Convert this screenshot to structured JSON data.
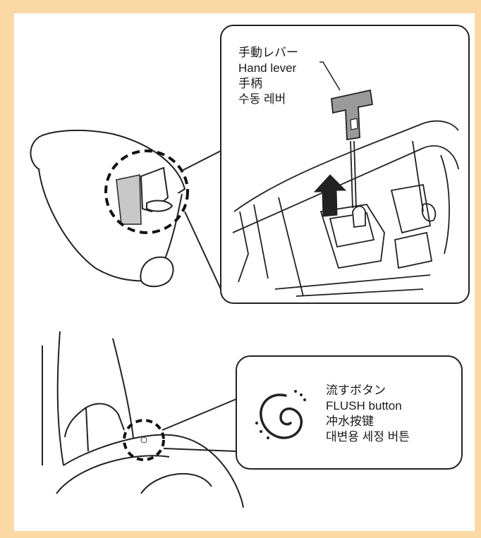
{
  "callouts": {
    "hand_lever": {
      "ja": "手動レバー",
      "en": "Hand lever",
      "zh": "手柄",
      "ko": "수동 레버"
    },
    "flush_button": {
      "ja": "流すボタン",
      "en": "FLUSH button",
      "zh": "冲水按键",
      "ko": "대변용 세정 버튼"
    }
  },
  "colors": {
    "page_border": "#fbd9a6",
    "line": "#222222",
    "lever_fill": "#9a9a9a",
    "shade": "#c8c8c8"
  },
  "icons": [
    "up-arrow-icon",
    "flush-swirl-icon"
  ]
}
